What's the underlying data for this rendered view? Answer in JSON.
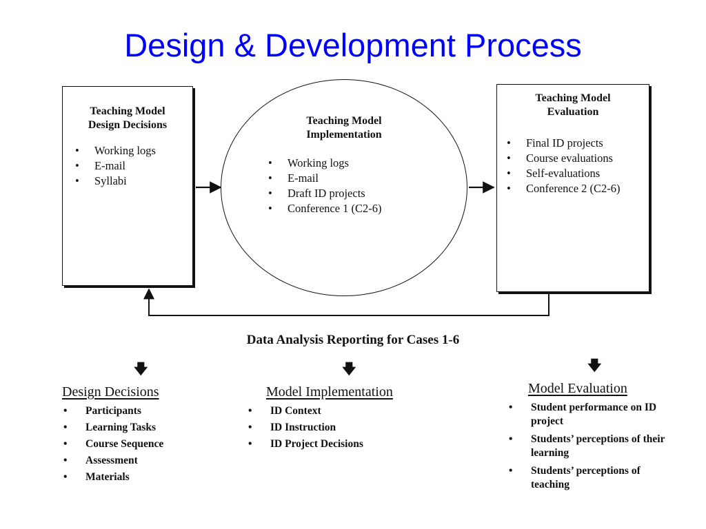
{
  "slide": {
    "title": "Design & Development Process"
  },
  "diagram": {
    "nodes": [
      {
        "id": "design",
        "shape": "rectangle",
        "heading": [
          "Teaching Model",
          "Design Decisions"
        ],
        "items": [
          "Working logs",
          "E-mail",
          "Syllabi"
        ]
      },
      {
        "id": "implementation",
        "shape": "circle",
        "heading": [
          "Teaching Model",
          "Implementation"
        ],
        "items": [
          "Working logs",
          "E-mail",
          "Draft ID projects",
          "Conference 1 (C2-6)"
        ]
      },
      {
        "id": "evaluation",
        "shape": "rectangle",
        "heading": [
          "Teaching Model",
          "Evaluation"
        ],
        "items": [
          "Final ID projects",
          "Course evaluations",
          "Self-evaluations",
          "Conference 2 (C2-6)"
        ]
      }
    ],
    "edges": [
      {
        "from": "design",
        "to": "implementation",
        "style": "arrow"
      },
      {
        "from": "implementation",
        "to": "evaluation",
        "style": "arrow"
      },
      {
        "from": "evaluation",
        "to": "design",
        "style": "feedback-loop"
      }
    ]
  },
  "reporting": {
    "heading": "Data Analysis Reporting for Cases 1-6",
    "arrow_glyph": "🡇",
    "columns": [
      {
        "heading": "Design Decisions",
        "items": [
          "Participants",
          "Learning Tasks",
          "Course Sequence",
          "Assessment",
          "Materials"
        ]
      },
      {
        "heading": "Model Implementation",
        "items": [
          "ID Context",
          "ID Instruction",
          "ID Project Decisions"
        ]
      },
      {
        "heading": "Model Evaluation",
        "items": [
          "Student performance on ID project",
          "Students’ perceptions of their learning",
          "Students’ perceptions of teaching"
        ]
      }
    ]
  }
}
